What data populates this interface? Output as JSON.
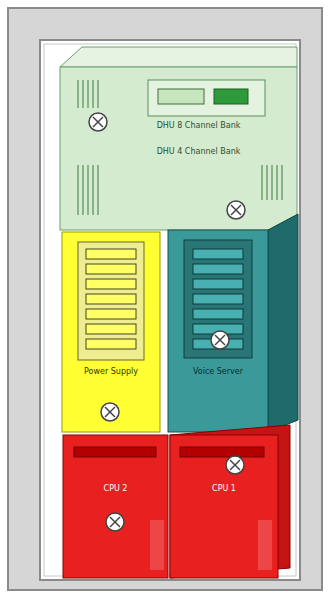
{
  "diagram": {
    "nodes": [
      {
        "text": [
          "DHU 8 Channel Bank",
          "DHU 4 Channel Bank"
        ]
      },
      {
        "text": [
          "Power Supply"
        ]
      },
      {
        "text": [
          "Voice Server"
        ]
      },
      {
        "text": [
          "CPU 2"
        ]
      },
      {
        "text": [
          "CPU 1"
        ]
      }
    ]
  }
}
